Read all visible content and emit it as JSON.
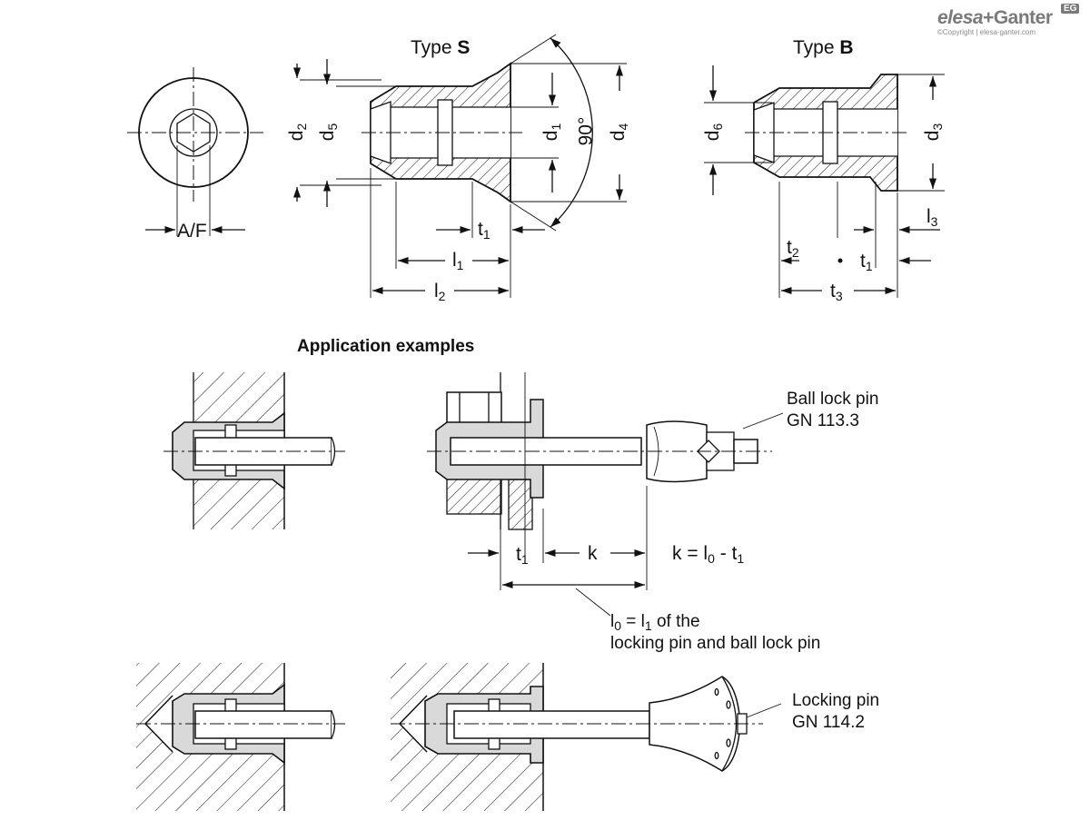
{
  "logo": {
    "brand_a": "elesa",
    "plus": "+",
    "brand_b": "Ganter",
    "badge": "EG",
    "copyright": "©Copyright | elesa-ganter.com"
  },
  "type_s": {
    "prefix": "Type ",
    "code": "S"
  },
  "type_b": {
    "prefix": "Type ",
    "code": "B"
  },
  "dims": {
    "af": "A/F",
    "d": "d",
    "l": "l",
    "t": "t",
    "k": "k",
    "s1": "1",
    "s2": "2",
    "s3": "3",
    "s4": "4",
    "s5": "5",
    "s6": "6",
    "s0": "0",
    "angle": "90°"
  },
  "section_title": "Application examples",
  "formula": {
    "k": "k = l",
    "minus": " - t"
  },
  "note": {
    "l0": "l",
    "eq": " = l",
    "rest": " of the",
    "line2": "locking pin and ball lock pin"
  },
  "ball_lock_pin": {
    "line1": "Ball lock pin",
    "line2": "GN 113.3"
  },
  "locking_pin": {
    "line1": "Locking pin",
    "line2": "GN 114.2"
  },
  "colors": {
    "line": "#111111",
    "part_fill": "#d9d9d9",
    "logo_gray": "#7a7a7a"
  }
}
